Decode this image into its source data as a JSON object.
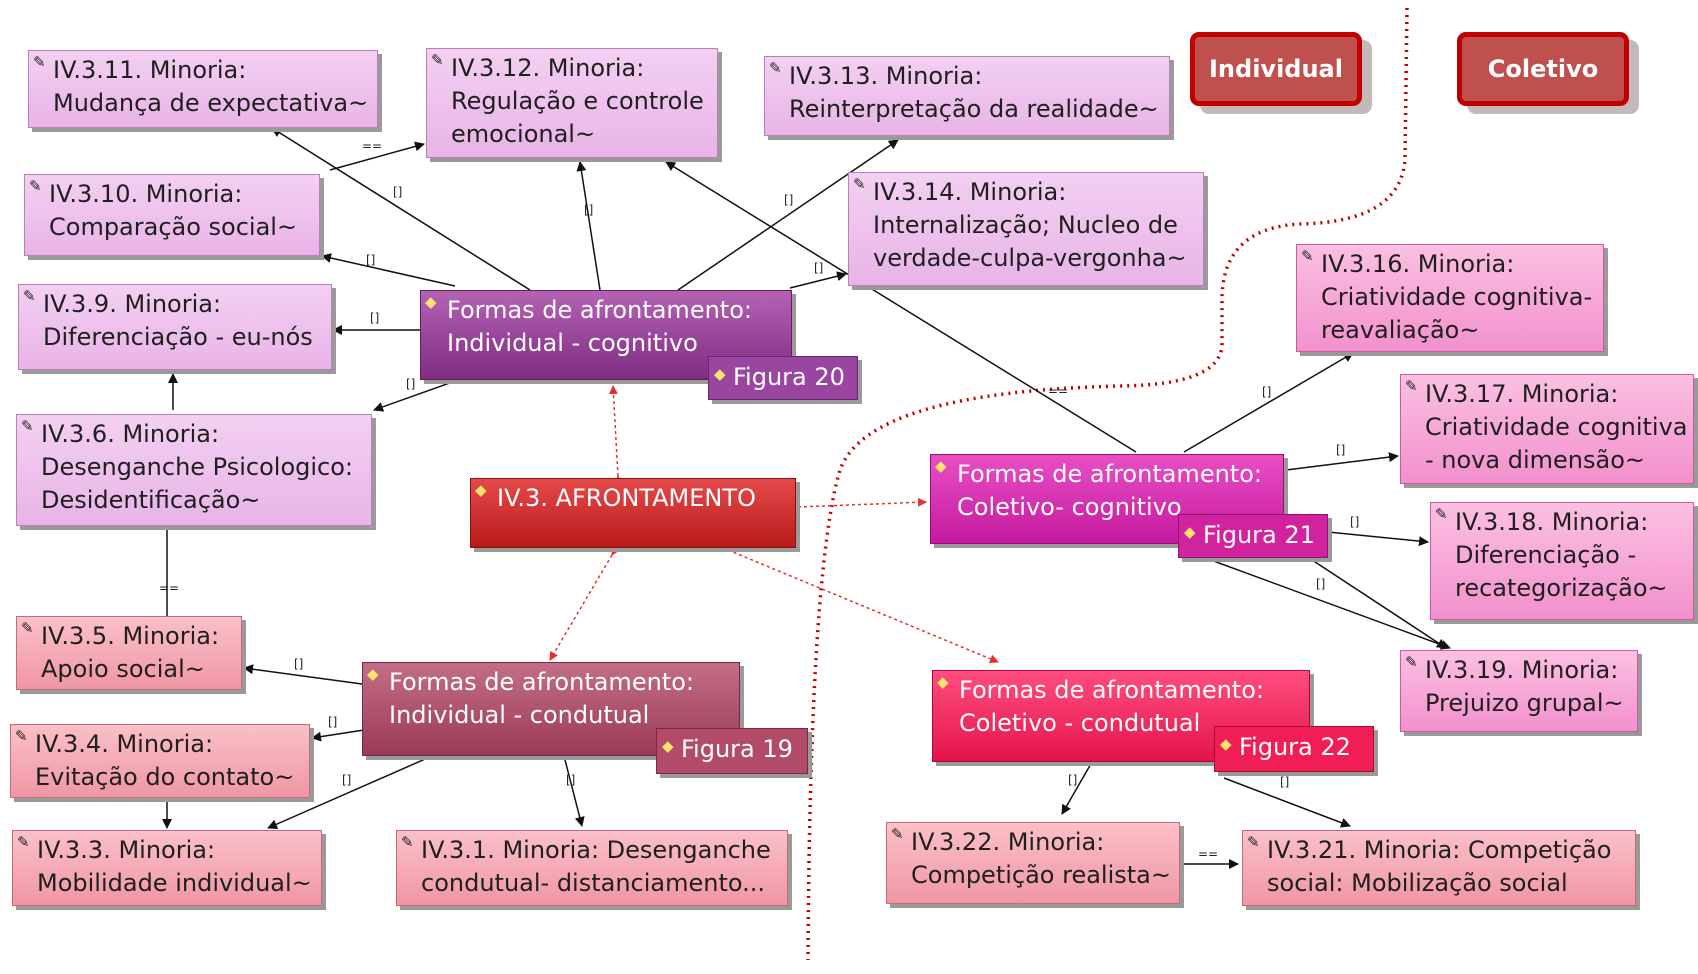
{
  "legend": {
    "individual": "Individual",
    "coletivo": "Coletivo"
  },
  "codes": {
    "main": "IV.3. AFRONTAMENTO",
    "ind_cog": [
      "Formas de afrontamento:",
      "Individual  - cognitivo"
    ],
    "col_cog": [
      "Formas de afrontamento:",
      "Coletivo- cognitivo"
    ],
    "ind_cond": [
      "Formas de afrontamento:",
      "Individual - condutual"
    ],
    "col_cond": [
      "Formas de afrontamento:",
      "Coletivo - condutual"
    ]
  },
  "figures": {
    "f19": "Figura 19",
    "f20": "Figura 20",
    "f21": "Figura 21",
    "f22": "Figura 22"
  },
  "notes": {
    "n11": [
      "IV.3.11. Minoria:",
      "Mudança de expectativa~"
    ],
    "n12": [
      "IV.3.12. Minoria:",
      "Regulação e controle",
      "emocional~"
    ],
    "n13": [
      "IV.3.13. Minoria:",
      "Reinterpretação da realidade~"
    ],
    "n10": [
      "IV.3.10. Minoria:",
      "Comparação social~"
    ],
    "n14": [
      "IV.3.14. Minoria:",
      "Internalização; Nucleo de",
      "verdade-culpa-vergonha~"
    ],
    "n9": [
      "IV.3.9. Minoria:",
      "Diferenciação - eu-nós"
    ],
    "n6": [
      "IV.3.6. Minoria:",
      "Desenganche Psicologico:",
      "Desidentificação~"
    ],
    "n16": [
      "IV.3.16. Minoria:",
      "Criatividade cognitiva-",
      "reavaliação~"
    ],
    "n17": [
      "IV.3.17. Minoria:",
      "Criatividade cognitiva",
      "- nova dimensão~"
    ],
    "n18": [
      "IV.3.18. Minoria:",
      "Diferenciação -",
      "recategorização~"
    ],
    "n19": [
      "IV.3.19. Minoria:",
      "Prejuizo grupal~"
    ],
    "n5": [
      "IV.3.5. Minoria:",
      "Apoio social~"
    ],
    "n4": [
      "IV.3.4. Minoria:",
      "Evitação do contato~"
    ],
    "n3": [
      "IV.3.3. Minoria:",
      "Mobilidade individual~"
    ],
    "n1": [
      "IV.3.1. Minoria: Desenganche",
      "condutual- distanciamento..."
    ],
    "n22": [
      "IV.3.22. Minoria:",
      "Competição realista~"
    ],
    "n21": [
      "IV.3.21. Minoria: Competição",
      "social: Mobilização social"
    ]
  },
  "edge_labels": {
    "eq": "==",
    "br": "[]"
  },
  "icons": {
    "code": "code-diamond-icon",
    "note": "quotation-note-icon"
  },
  "colors": {
    "divider": "#c00000",
    "relation": "#e53030",
    "legend_fill": "#c0504d"
  }
}
